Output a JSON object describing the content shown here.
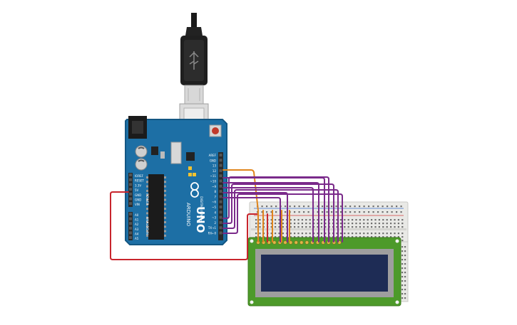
{
  "board": {
    "brand": "ARDUINO",
    "model": "UNO",
    "power_header_label": "POWER",
    "analog_header_label": "ANALOG IN",
    "digital_header_label": "DIGITAL (PWM~)",
    "power_pins": [
      "IOREF",
      "RESET",
      "3.3V",
      "5V",
      "GND",
      "GND",
      "VIN"
    ],
    "analog_pins": [
      "A0",
      "A1",
      "A2",
      "A3",
      "A4",
      "A5"
    ],
    "digital_pins": [
      "AREF",
      "GND",
      "13",
      "12",
      "~11",
      "~10",
      "~9",
      "8",
      "7",
      "~6",
      "~5",
      "4",
      "~3",
      "2",
      "TX→1",
      "RX←0"
    ],
    "led_labels": [
      "L",
      "TX",
      "RX"
    ],
    "on_label": "ON"
  },
  "colors": {
    "board": "#1d6fa5",
    "board_edge": "#135783",
    "header": "#2a2a2a",
    "breadboard": "#e9e9e6",
    "lcd_pcb": "#4d9a2a",
    "lcd_screen": "#1e2c55",
    "wire_red": "#c8252c",
    "wire_purple": "#7a2a8a",
    "wire_orange": "#e0851c",
    "usb_cable": "#222222"
  },
  "icons": {
    "usb_plug": "usb-plug-icon",
    "reset_button": "reset-button-icon",
    "logo": "arduino-infinity-icon"
  }
}
